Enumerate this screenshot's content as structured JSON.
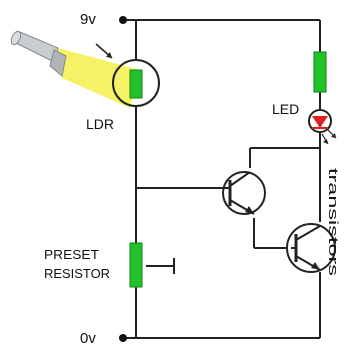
{
  "labels": {
    "top_rail": "9v",
    "bottom_rail": "0v",
    "ldr": "LDR",
    "led": "LED",
    "preset_line1": "PRESET",
    "preset_line2": "RESISTOR",
    "transistors": "transistors"
  },
  "components": {
    "torch": "torch-icon",
    "ldr": "light-dependent-resistor",
    "preset": "preset-resistor",
    "fixed_resistor": "fixed-resistor",
    "led": "led",
    "transistor_1": "npn-transistor",
    "transistor_2": "npn-transistor"
  },
  "colors": {
    "wire": "#222222",
    "resistor_fill": "#22c02a",
    "led_red": "#e02020",
    "light_beam": "#f3f04a",
    "torch_body": "#bfc3c8"
  }
}
